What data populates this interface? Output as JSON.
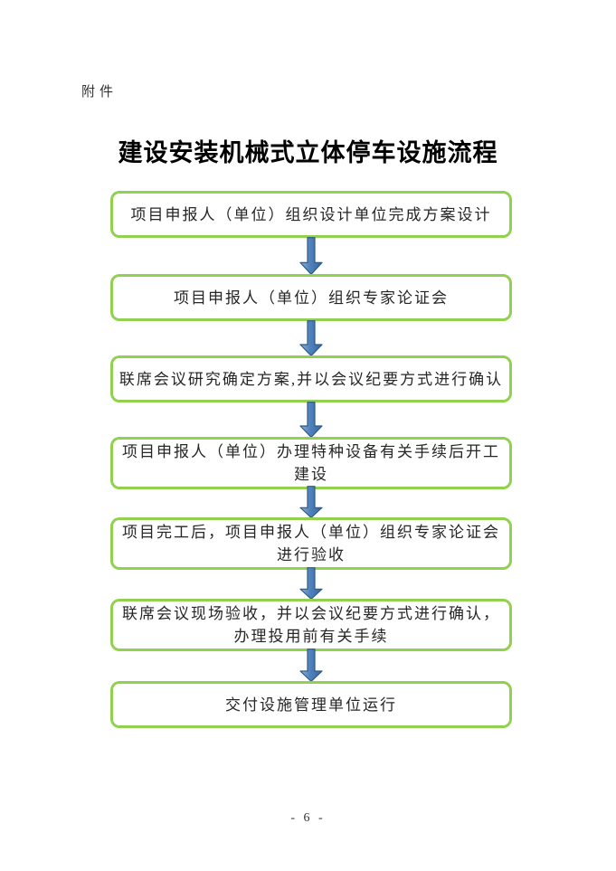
{
  "page": {
    "attachment_label": "附件",
    "title": "建设安装机械式立体停车设施流程",
    "page_number": "- 6 -"
  },
  "flowchart": {
    "box_border_color": "#92d050",
    "arrow_fill_color": "#4f81bd",
    "arrow_outline_color": "#2d5986",
    "steps": [
      "项目申报人（单位）组织设计单位完成方案设计",
      "项目申报人（单位）组织专家论证会",
      "联席会议研究确定方案,并以会议纪要方式进行确认",
      "项目申报人（单位）办理特种设备有关手续后开工建设",
      "项目完工后，项目申报人（单位）组织专家论证会进行验收",
      "联席会议现场验收，并以会议纪要方式进行确认，办理投用前有关手续",
      "交付设施管理单位运行"
    ]
  }
}
